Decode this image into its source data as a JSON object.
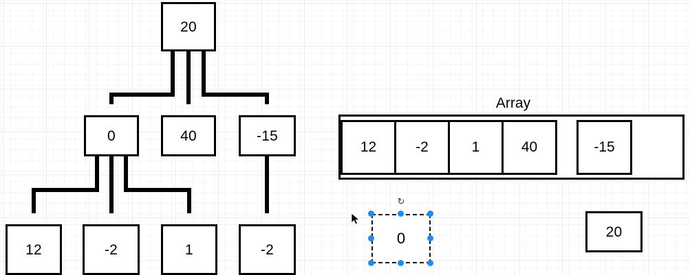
{
  "canvas": {
    "background_color": "#ffffff",
    "grid_color": "#ebebeb",
    "stroke_color": "#000000",
    "selection_color": "#1a8cff"
  },
  "tree": {
    "root": {
      "label": "20"
    },
    "level2": [
      {
        "label": "0"
      },
      {
        "label": "40"
      },
      {
        "label": "-15"
      }
    ],
    "level3": [
      {
        "label": "12"
      },
      {
        "label": "-2"
      },
      {
        "label": "1"
      },
      {
        "label": "-2"
      }
    ]
  },
  "array_widget": {
    "title": "Array",
    "cells": [
      {
        "label": "12"
      },
      {
        "label": "-2"
      },
      {
        "label": "1"
      },
      {
        "label": "40"
      },
      {
        "label": "-15",
        "detached": true
      }
    ]
  },
  "selected_shape": {
    "label": "0",
    "rotate_icon": "↻",
    "handle_count": 8
  },
  "loose_shape": {
    "label": "20"
  },
  "cursor": {
    "icon": "mouse-pointer"
  }
}
